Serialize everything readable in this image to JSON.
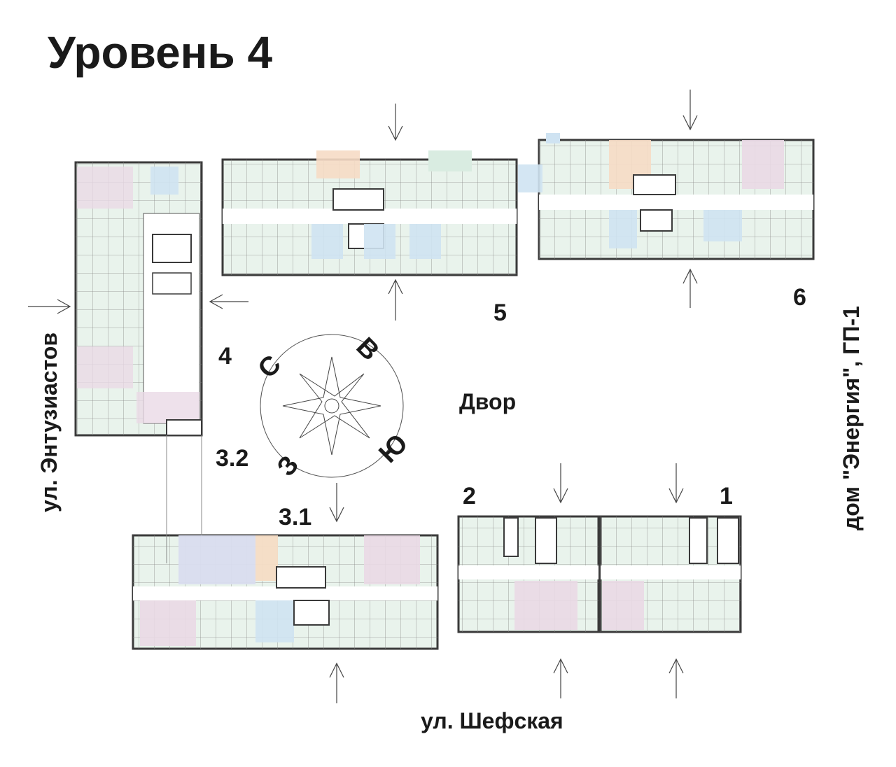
{
  "title": "Уровень 4",
  "yard": "Двор",
  "streets": {
    "left": "ул. Энтузиастов",
    "bottom": "ул. Шефская",
    "right": "дом \"Энергия\", ГП-1"
  },
  "sections": [
    "1",
    "2",
    "3.1",
    "3.2",
    "4",
    "5",
    "6"
  ],
  "compass": {
    "north": "С",
    "east": "В",
    "south": "Ю",
    "west": "З"
  },
  "colors": {
    "studio": "#cfe3f2",
    "one_room": "#f6dcc5",
    "two_room": "#d9ece1",
    "three_room": "#ead9e6",
    "four_room": "#d9dcef",
    "wall": "#3a3a3a",
    "line": "#555555"
  }
}
